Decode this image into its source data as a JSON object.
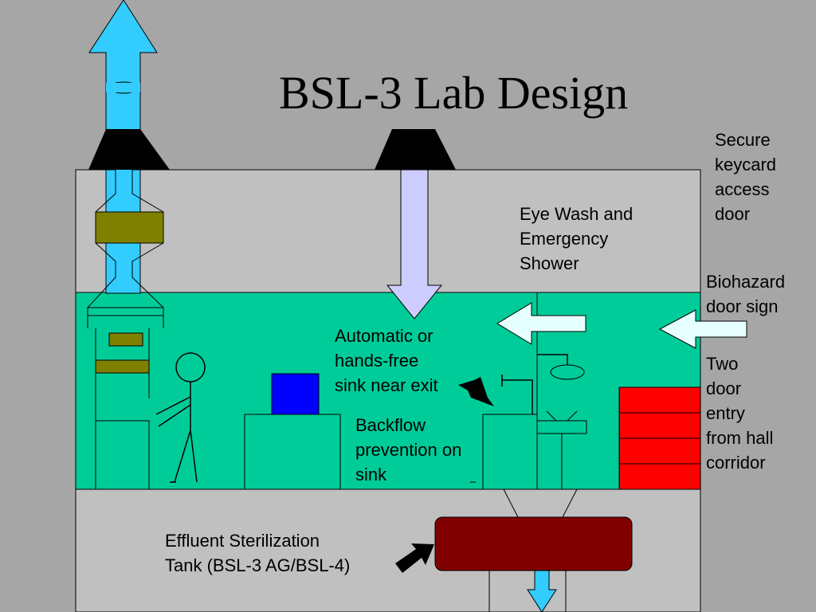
{
  "title": "BSL-3 Lab Design",
  "labels": {
    "secure_door": "Secure\nkeycard\naccess\ndoor",
    "eye_wash": "Eye Wash and\nEmergency\nShower",
    "biohazard_sign": "Biohazard\ndoor sign",
    "two_door_entry": "Two\ndoor\nentry\nfrom hall\ncorridor",
    "sink": "Automatic or\nhands-free\nsink near exit",
    "backflow": "Backflow\nprevention on\nsink",
    "effluent_tank": "Effluent Sterilization\nTank (BSL-3 AG/BSL-4)"
  },
  "colors": {
    "background": "#a6a6a6",
    "building": "#c0c0c0",
    "lab_room": "#00cc99",
    "exhaust_arrow": "#33ccff",
    "supply_arrow": "#ccccff",
    "door_arrow": "#e6ffff",
    "hepa_filter": "#808000",
    "equipment_blue": "#0000ff",
    "cabinet_red": "#ff0000",
    "effluent_tank": "#800000",
    "duct_cap": "#000000"
  }
}
